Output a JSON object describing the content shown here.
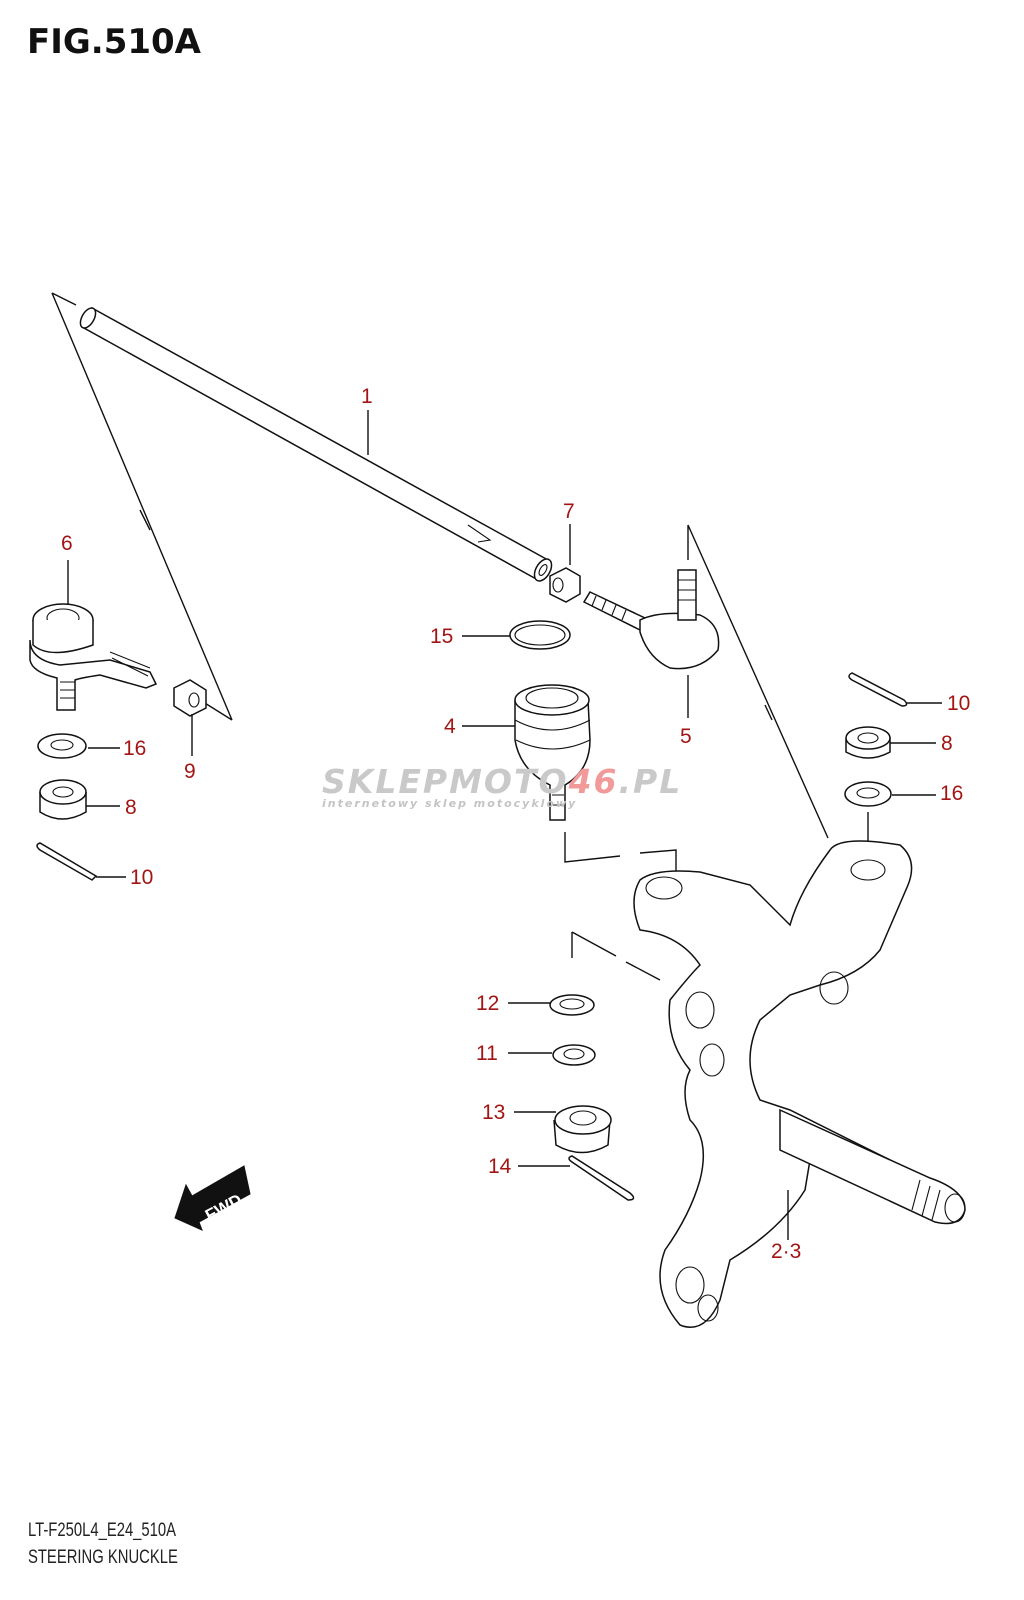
{
  "figure": {
    "title": "FIG.510A",
    "code": "LT-F250L4_E24_510A",
    "name": "STEERING KNUCKLE"
  },
  "callouts": [
    {
      "id": "1",
      "label": "1",
      "part": "tie-rod"
    },
    {
      "id": "2-3",
      "label": "2·3",
      "part": "steering-knuckle"
    },
    {
      "id": "4",
      "label": "4",
      "part": "ball-joint"
    },
    {
      "id": "5",
      "label": "5",
      "part": "tie-rod-end-right"
    },
    {
      "id": "6",
      "label": "6",
      "part": "tie-rod-end-left"
    },
    {
      "id": "7",
      "label": "7",
      "part": "lock-nut-right"
    },
    {
      "id": "8a",
      "label": "8",
      "part": "castle-nut-left"
    },
    {
      "id": "8b",
      "label": "8",
      "part": "castle-nut-right"
    },
    {
      "id": "9",
      "label": "9",
      "part": "lock-nut-left"
    },
    {
      "id": "10a",
      "label": "10",
      "part": "cotter-pin-left"
    },
    {
      "id": "10b",
      "label": "10",
      "part": "cotter-pin-right"
    },
    {
      "id": "11",
      "label": "11",
      "part": "lock-washer"
    },
    {
      "id": "12",
      "label": "12",
      "part": "washer"
    },
    {
      "id": "13",
      "label": "13",
      "part": "castle-nut-knuckle"
    },
    {
      "id": "14",
      "label": "14",
      "part": "cotter-pin-knuckle"
    },
    {
      "id": "15",
      "label": "15",
      "part": "circlip"
    },
    {
      "id": "16a",
      "label": "16",
      "part": "washer-left"
    },
    {
      "id": "16b",
      "label": "16",
      "part": "washer-right"
    }
  ],
  "fwd_indicator": "FWD",
  "watermark": {
    "brand_gray": "SKLEPMOTO",
    "brand_red": "46",
    "brand_suffix": ".PL",
    "tagline": "internetowy sklep motocyklowy"
  },
  "colors": {
    "callout": "#a31515",
    "line": "#111111",
    "watermark_red": "#f29a9a"
  }
}
